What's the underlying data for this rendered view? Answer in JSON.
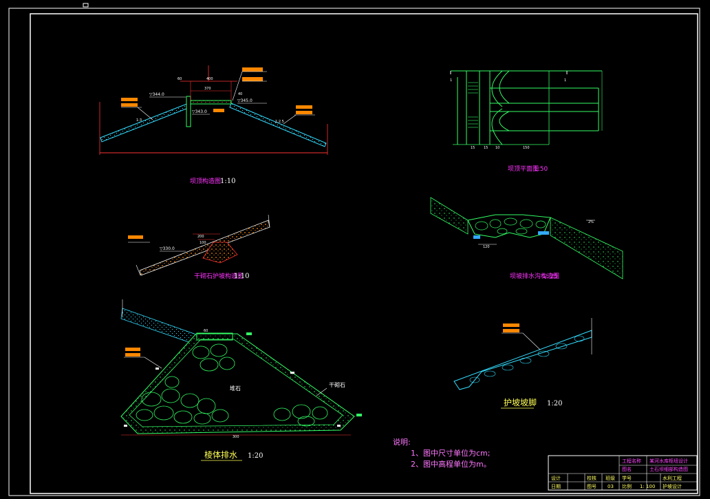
{
  "drawing": {
    "views": {
      "section_top_left": {
        "title": "坝顶构造图",
        "scale": "1:10"
      },
      "plan_top_right": {
        "title": "坝顶平面图",
        "scale": "1:50"
      },
      "slope_mid_left": {
        "title": "干砌石护坡构造图",
        "scale": "1:10"
      },
      "drain_mid_right": {
        "title": "坝坡排水沟构造图",
        "scale": "1: 25"
      },
      "prism_drain": {
        "title": "棱体排水",
        "scale": "1:20"
      },
      "toe": {
        "title": "护坡坡脚",
        "scale": "1:20"
      }
    },
    "labels": {
      "dui_shi": "堆石",
      "gan_qi_shi": "干砌石",
      "elev_a": "▽344.0",
      "elev_b": "▽345.0",
      "elev_c": "▽343.0",
      "elev_d": "▽330.0"
    },
    "notes": {
      "heading": "说明:",
      "line1": "1、图中尺寸单位为cm;",
      "line2": "2、图中高程单位为m。"
    },
    "title_block": {
      "project_label": "工程名称",
      "project_value": "某河水库枢纽设计",
      "drawing_label": "图名",
      "drawing_value": "土石坝细部构造图",
      "designer": "设计",
      "checker": "校核",
      "date": "日期",
      "sheet_label": "图号",
      "sheet_value": "03",
      "scale_label": "比例",
      "scale_value": "1: 100",
      "school": "学号",
      "class": "班级",
      "dept": "水利工程",
      "name": "护坡设计"
    }
  }
}
